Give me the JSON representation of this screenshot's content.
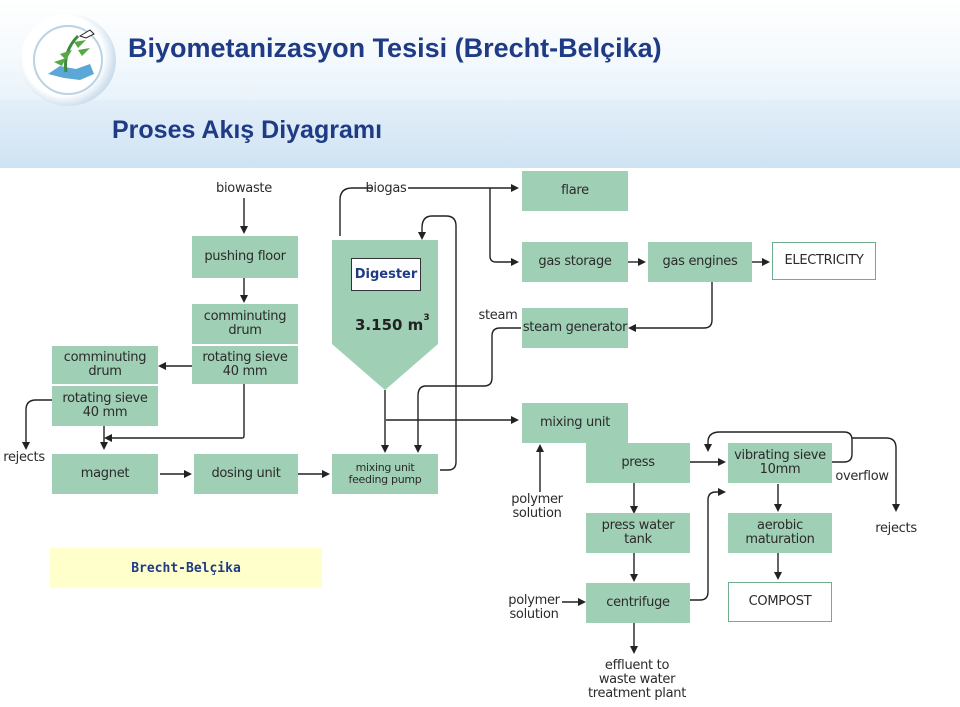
{
  "header": {
    "title": "Biyometanizasyon Tesisi (Brecht-Belçika)",
    "subtitle": "Proses Akış Diyagramı"
  },
  "diagram": {
    "inputs": {
      "biowaste": "biowaste",
      "biogas": "biogas",
      "steam": "steam",
      "polymer_1": [
        "polymer",
        "solution"
      ],
      "polymer_2": [
        "polymer",
        "solution"
      ]
    },
    "outputs": {
      "rejects_left": "rejects",
      "rejects_right": "rejects",
      "overflow": "overflow",
      "effluent": [
        "effluent to",
        "waste water",
        "treatment plant"
      ]
    },
    "nodes": {
      "pushing_floor": "pushing floor",
      "comminuting_drum_1": [
        "comminuting",
        "drum"
      ],
      "rotating_sieve_1": [
        "rotating sieve",
        "40 mm"
      ],
      "comminuting_drum_2": [
        "comminuting",
        "drum"
      ],
      "rotating_sieve_2": [
        "rotating sieve",
        "40 mm"
      ],
      "magnet": "magnet",
      "dosing_unit": "dosing unit",
      "mixing_unit_pump": [
        "mixing unit",
        "feeding pump"
      ],
      "flare": "flare",
      "gas_storage": "gas storage",
      "gas_engines": "gas engines",
      "electricity": "ELECTRICITY",
      "steam_generator": "steam generator",
      "mixing_unit": "mixing unit",
      "press": "press",
      "vibrating_sieve": [
        "vibrating sieve",
        "10mm"
      ],
      "press_water_tank": [
        "press water",
        "tank"
      ],
      "aerobic_maturation": [
        "aerobic",
        "maturation"
      ],
      "centrifuge": "centrifuge",
      "compost": "COMPOST"
    },
    "digester": {
      "label": "Digester",
      "volume": "3.150 m",
      "volume_exp": "3"
    }
  },
  "caption": "Brecht-Belçika",
  "colors": {
    "box_fill": "#9fcfb4",
    "title_color": "#1f3b86",
    "caption_fill": "#ffffcc"
  }
}
